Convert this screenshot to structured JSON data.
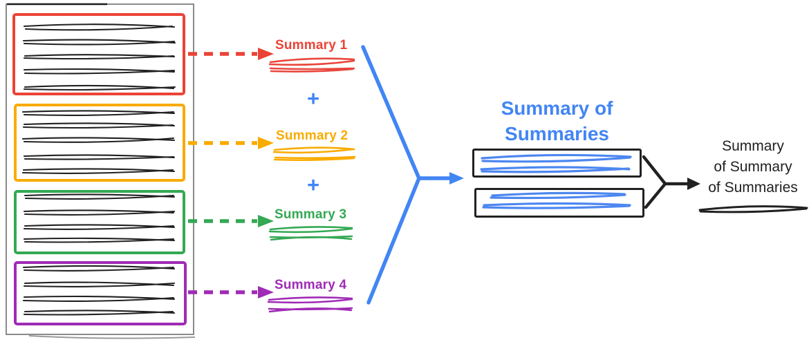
{
  "colors": {
    "red": "#EA4335",
    "yellow": "#F9AB00",
    "green": "#34A853",
    "purple": "#9F2BB5",
    "blue": "#4285F4",
    "ink": "#212121",
    "frame_gray": "#8A8A8A"
  },
  "documents": [
    {
      "name": "document-1",
      "color": "#EA4335",
      "text_lines": 5
    },
    {
      "name": "document-2",
      "color": "#F9AB00",
      "text_lines": 5
    },
    {
      "name": "document-3",
      "color": "#34A853",
      "text_lines": 4
    },
    {
      "name": "document-4",
      "color": "#9F2BB5",
      "text_lines": 4
    }
  ],
  "summaries": [
    {
      "label": "Summary 1",
      "color": "#EA4335"
    },
    {
      "label": "Summary 2",
      "color": "#F9AB00"
    },
    {
      "label": "Summary 3",
      "color": "#34A853"
    },
    {
      "label": "Summary 4",
      "color": "#9F2BB5"
    }
  ],
  "operators": {
    "plus": "+"
  },
  "summary_of_summaries": {
    "title": "Summary of\nSummaries",
    "color": "#4285F4",
    "boxes": 2,
    "lines_per_box": 2
  },
  "final_summary": {
    "title": "Summary\nof Summary\nof Summaries",
    "color": "#212121"
  }
}
